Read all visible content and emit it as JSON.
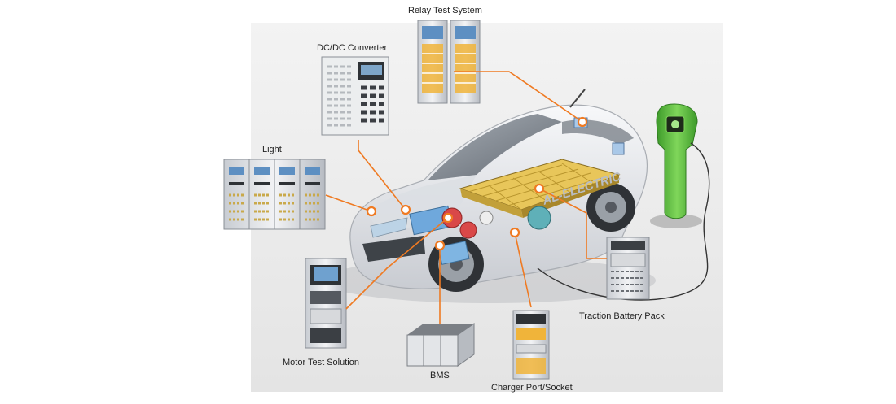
{
  "labels": {
    "relay": "Relay Test System",
    "dcdc": "DC/DC Converter",
    "light": "Light",
    "motor": "Motor Test Solution",
    "bms": "BMS",
    "charger": "Charger Port/Socket",
    "traction": "Traction Battery Pack"
  },
  "car_text": "AL-ELECTRIC",
  "colors": {
    "connector": "#ef7a22",
    "backdrop": "#eeeeee",
    "car_body": "#e9ebee",
    "battery": "#e8c65a",
    "charger_green": "#5cb83a"
  }
}
